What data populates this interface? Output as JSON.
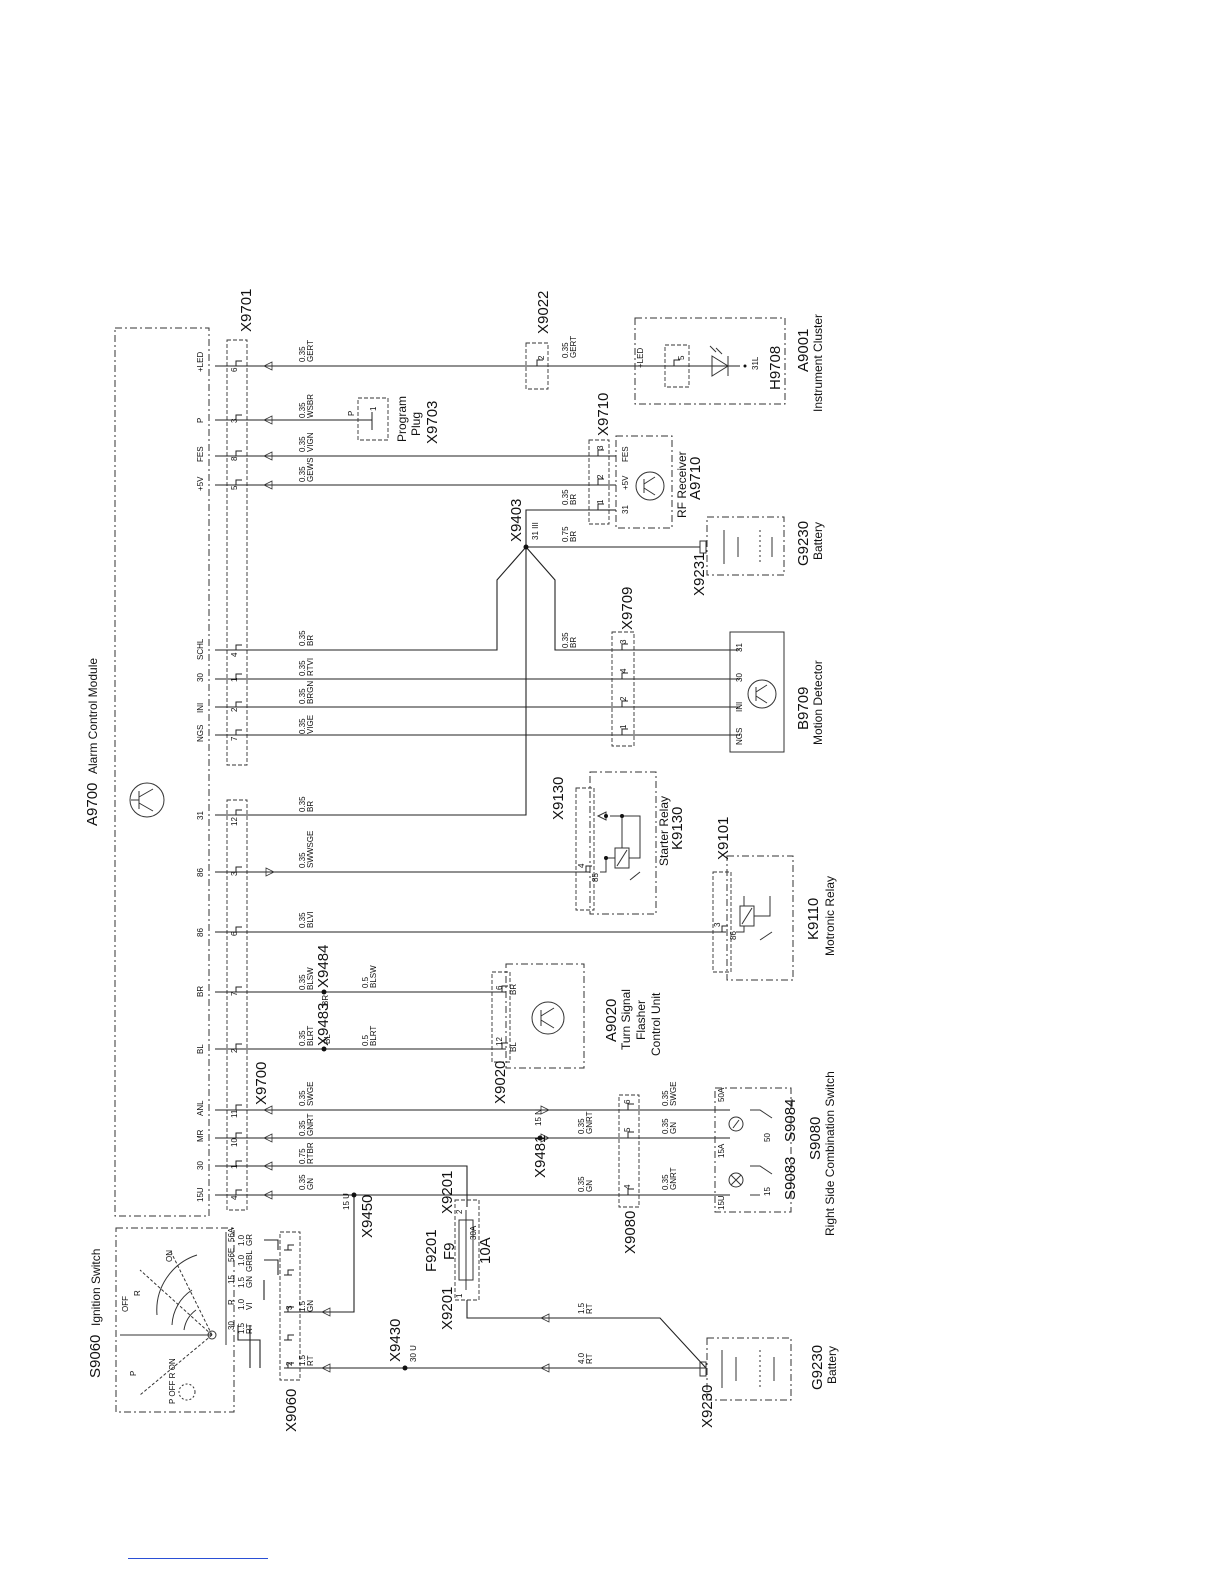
{
  "modules": {
    "a9700": {
      "code": "A9700",
      "name": "Alarm Control Module"
    },
    "s9060": {
      "code": "S9060",
      "name": "Ignition Switch"
    },
    "a9001": {
      "code": "A9001",
      "name": "Instrument Cluster",
      "lamp": "H9708"
    },
    "program_plug": {
      "line1": "Program",
      "line2": "Plug",
      "code": "X9703"
    },
    "a9710": {
      "line1": "RF Receiver",
      "code": "A9710"
    },
    "g9230_top": {
      "code": "G9230",
      "name": "Battery"
    },
    "g9230_bottom": {
      "code": "G9230",
      "name": "Battery"
    },
    "b9709": {
      "code": "B9709",
      "name": "Motion Detector"
    },
    "k9130": {
      "line1": "Starter Relay",
      "code": "K9130"
    },
    "k9110": {
      "code": "K9110",
      "name": "Motronic Relay"
    },
    "a9020": {
      "code": "A9020",
      "line1": "Turn Signal",
      "line2": "Flasher",
      "line3": "Control Unit"
    },
    "s9080": {
      "code": "S9080",
      "name": "Right Side Combination Switch",
      "sub1": "S9083",
      "sub2": "S9084"
    },
    "f9201": {
      "code": "F9201",
      "fuse": "F9",
      "rating": "10A",
      "amp": "30A"
    }
  },
  "connectors": {
    "x9701": "X9701",
    "x9022": "X9022",
    "x9710": "X9710",
    "x9403": "X9403",
    "x9231": "X9231",
    "x9709": "X9709",
    "x9130": "X9130",
    "x9101": "X9101",
    "x9484": "X9484",
    "x9483": "X9483",
    "x9700": "X9700",
    "x9020": "X9020",
    "x9481": "X9481",
    "x9201a": "X9201",
    "x9201b": "X9201",
    "x9450": "X9450",
    "x9080": "X9080",
    "x9430": "X9430",
    "x9060": "X9060",
    "x9230": "X9230"
  },
  "upper_pins": [
    {
      "name": "+LED",
      "num": "6",
      "gauge": "0.35",
      "color": "GERT"
    },
    {
      "name": "P",
      "num": "3",
      "gauge": "0.35",
      "color": "WSBR"
    },
    {
      "name": "FES",
      "num": "8",
      "gauge": "0.35",
      "color": "VIGN"
    },
    {
      "name": "+5V",
      "num": "5",
      "gauge": "0.35",
      "color": "GEWS"
    },
    {
      "name": "SCHL",
      "num": "4",
      "gauge": "0.35",
      "color": "BR"
    },
    {
      "name": "30",
      "num": "1",
      "gauge": "0.35",
      "color": "RTVI"
    },
    {
      "name": "INI",
      "num": "2",
      "gauge": "0.35",
      "color": "BRGN"
    },
    {
      "name": "NGS",
      "num": "7",
      "gauge": "0.35",
      "color": "VIGE"
    }
  ],
  "lower_pins": [
    {
      "name": "31",
      "num": "12",
      "gauge": "0.35",
      "color": "BR"
    },
    {
      "name": "86",
      "num": "3",
      "gauge": "0.35",
      "color": "SWWSGE"
    },
    {
      "name": "86",
      "num": "6",
      "gauge": "0.35",
      "color": "BLVI"
    },
    {
      "name": "BR",
      "num": "7",
      "gauge": "0.35",
      "color": "BLSW"
    },
    {
      "name": "BL",
      "num": "2",
      "gauge": "0.35",
      "color": "BLRT"
    },
    {
      "name": "ANL",
      "num": "11",
      "gauge": "0.35",
      "color": "SWGE"
    },
    {
      "name": "MR",
      "num": "10",
      "gauge": "0.35",
      "color": "GNRT"
    },
    {
      "name": "30",
      "num": "1",
      "gauge": "0.75",
      "color": "RTBR"
    },
    {
      "name": "15U",
      "num": "4",
      "gauge": "0.35",
      "color": "GN"
    }
  ],
  "wires": {
    "x9022_pin": "2",
    "x9022_gauge": "0.35",
    "x9022_color": "GERT",
    "plug_p": "P",
    "plug_pin": "1",
    "cluster_led": "+LED",
    "cluster_pin": "5",
    "cluster_31l": "31L",
    "rf_pins": [
      "3",
      "2",
      "1"
    ],
    "rf_labels": [
      "FES",
      "+5V",
      "31"
    ],
    "rf_gnd_gauge": "0.35",
    "rf_gnd_color": "BR",
    "x9403_label": "31 III",
    "bat_gauge": "0.75",
    "bat_color": "BR",
    "x9709_gauge": "0.35",
    "x9709_color": "BR",
    "md_pins": [
      "3",
      "4",
      "2",
      "1"
    ],
    "md_labels": [
      "31",
      "30",
      "INI",
      "NGS"
    ],
    "starter_pins": [
      "4",
      "85"
    ],
    "motronic_pins": [
      "3",
      "86"
    ],
    "a9020_pins": [
      "6",
      "12"
    ],
    "a9020_labels": [
      "BR",
      "BL"
    ],
    "x9484_br": "BR",
    "x9483_bl": "BL",
    "blsw_gauge": "0.5",
    "blsw_color": "BLSW",
    "blrt_gauge": "0.5",
    "blrt_color": "BLRT",
    "x9481_label": "15 N",
    "x9080_pins": [
      "6",
      "5",
      "4"
    ],
    "s9080_gauges": [
      "0.35",
      "0.35",
      "0.35"
    ],
    "s9080_colors": [
      "SWGE",
      "GN",
      "GNRT"
    ],
    "mid_gauges": [
      "0.35",
      "0.35"
    ],
    "mid_colors": [
      "GNRT",
      "GN"
    ],
    "s9080_labels": [
      "50A",
      "15A",
      "15U",
      "50",
      "15"
    ],
    "x9450_label": "15 U",
    "x9430_label": "30 U",
    "red_gauge_15": "1.5",
    "red_color_15": "RT",
    "red_gauge_40": "4.0",
    "red_color_40": "RT",
    "ign_terms": [
      "30",
      "R",
      "15",
      "56E",
      "56A"
    ],
    "ign_gauges": [
      "1.5",
      "1.0",
      "1.5",
      "1.0",
      "1.0"
    ],
    "ign_colors": [
      "RT",
      "VI",
      "GN",
      "GRBL",
      "GR"
    ],
    "x9060_pins": [
      "3",
      "2"
    ],
    "x9060_gauges": [
      "1.5",
      "1.5"
    ],
    "x9060_colors": [
      "GN",
      "RT"
    ],
    "fuse_pins": [
      "2",
      "1"
    ],
    "ign_positions": [
      "OFF",
      "R",
      "ON",
      "P",
      "P OFF R ON"
    ]
  }
}
